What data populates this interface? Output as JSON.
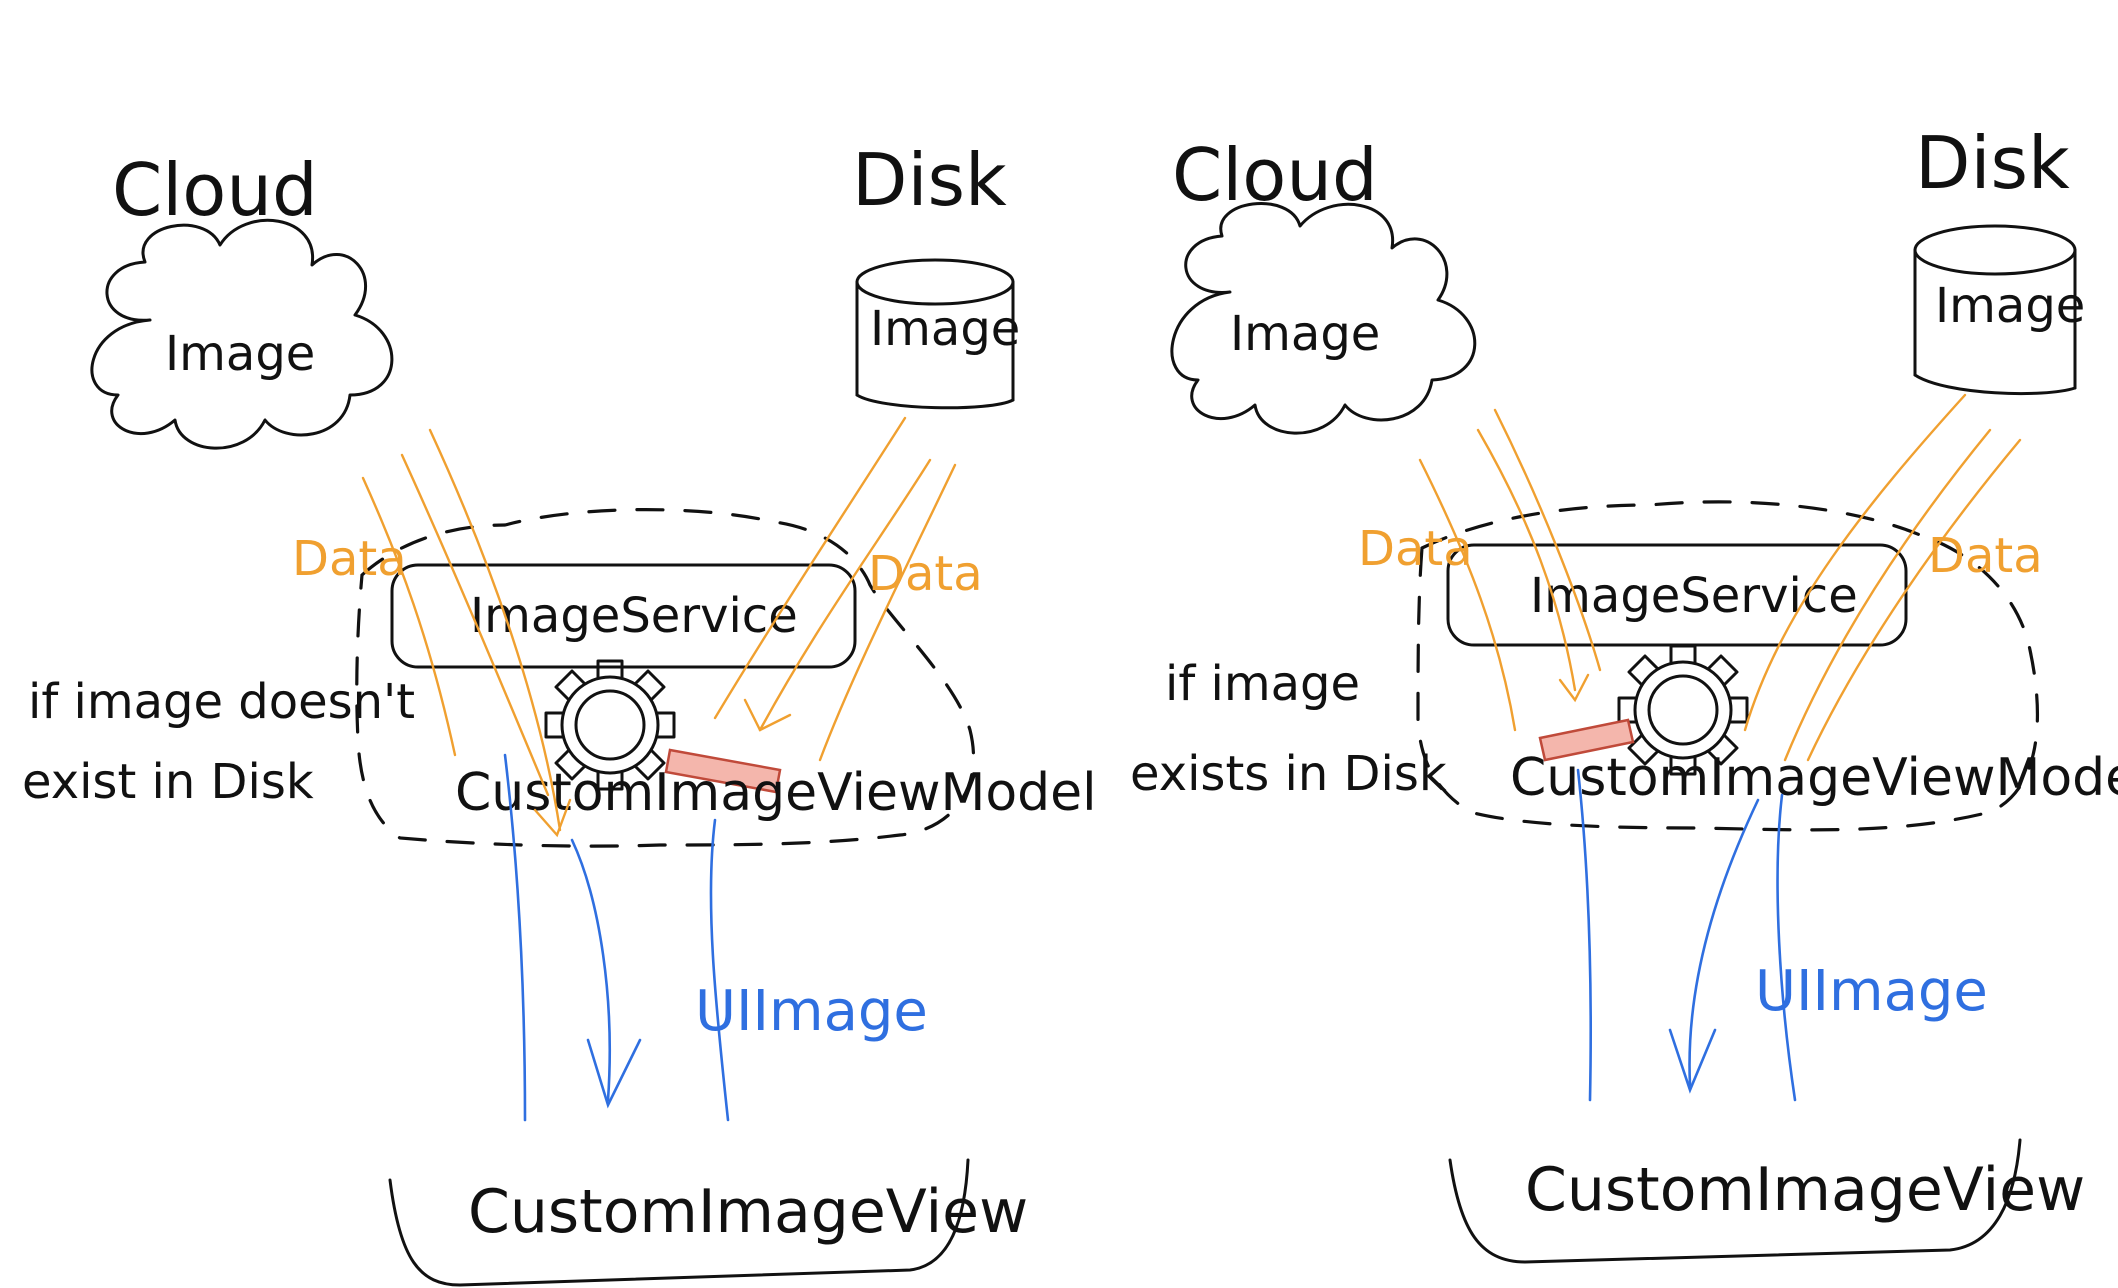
{
  "colors": {
    "ink": "#111111",
    "data_arrow": "#f0a030",
    "uiimage_arrow": "#2f6fe0",
    "marker_fill": "#f4b6ac",
    "marker_stroke": "#c04a3a"
  },
  "left_panel": {
    "cloud_title": "Cloud",
    "cloud_content": "Image",
    "disk_title": "Disk",
    "disk_content": "Image",
    "data_label_left": "Data",
    "data_label_right": "Data",
    "service_label": "ImageService",
    "viewmodel_label": "CustomImageViewModel",
    "condition_line1": "if image doesn't",
    "condition_line2": "exist in Disk",
    "uiimage_label": "UIImage",
    "view_label": "CustomImageView"
  },
  "right_panel": {
    "cloud_title": "Cloud",
    "cloud_content": "Image",
    "disk_title": "Disk",
    "disk_content": "Image",
    "data_label_left": "Data",
    "data_label_right": "Data",
    "service_label": "ImageService",
    "viewmodel_label": "CustomImageViewModel",
    "condition_line1": "if image",
    "condition_line2": "exists in Disk",
    "uiimage_label": "UIImage",
    "view_label": "CustomImageView"
  }
}
